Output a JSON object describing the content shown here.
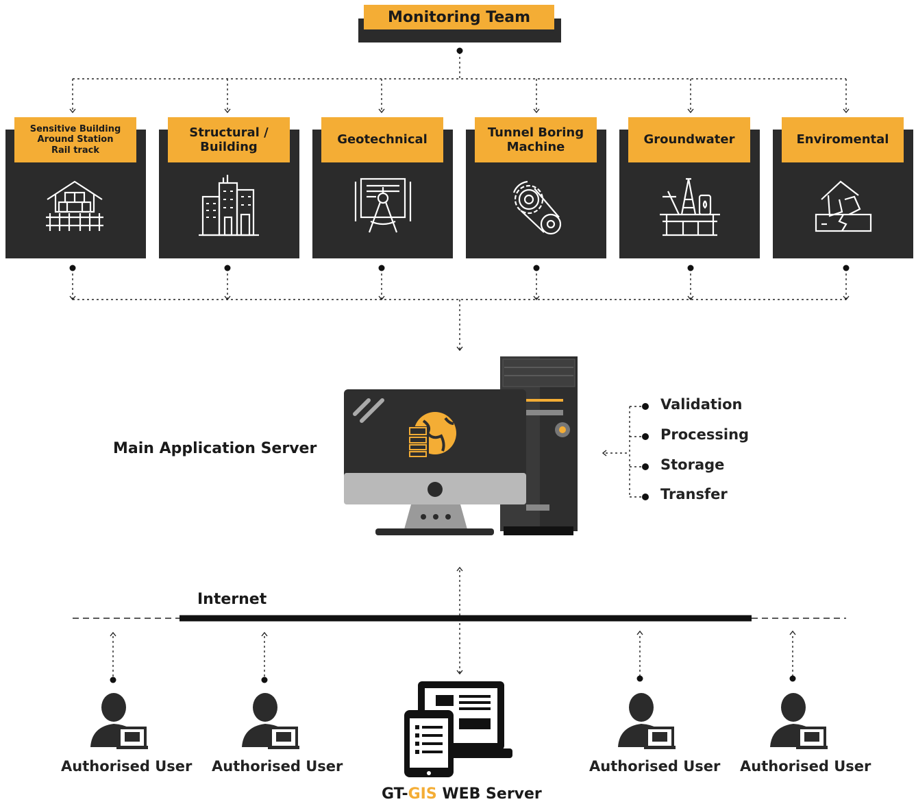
{
  "header": {
    "title": "Monitoring Team"
  },
  "categories": [
    {
      "label": "Sensitive Building\nAround Station\nRail track",
      "icon": "house-on-rail-icon"
    },
    {
      "label": "Structural /\nBuilding",
      "icon": "office-buildings-icon"
    },
    {
      "label": "Geotechnical",
      "icon": "drafting-compass-icon"
    },
    {
      "label": "Tunnel Boring\nMachine",
      "icon": "gear-belt-icon"
    },
    {
      "label": "Groundwater",
      "icon": "oil-rig-icon"
    },
    {
      "label": "Enviromental",
      "icon": "collapsed-house-icon"
    }
  ],
  "server": {
    "title": "Main Application Server",
    "functions": [
      "Validation",
      "Processing",
      "Storage",
      "Transfer"
    ],
    "icon": "desktop-tower-globe-icon"
  },
  "network": {
    "label": "Internet"
  },
  "users": [
    {
      "label": "Authorised User",
      "icon": "user-computer-icon"
    },
    {
      "label": "Authorised User",
      "icon": "user-computer-icon"
    },
    {
      "label": "Authorised User",
      "icon": "user-computer-icon"
    },
    {
      "label": "Authorised User",
      "icon": "user-computer-icon"
    }
  ],
  "web_server": {
    "title_prefix": "GT-",
    "title_accent": "GIS",
    "title_suffix": " WEB Server",
    "icon": "laptop-tablet-icon"
  },
  "colors": {
    "accent": "#f4ad35",
    "dark": "#2b2b2b",
    "text": "#1a1a1a"
  }
}
